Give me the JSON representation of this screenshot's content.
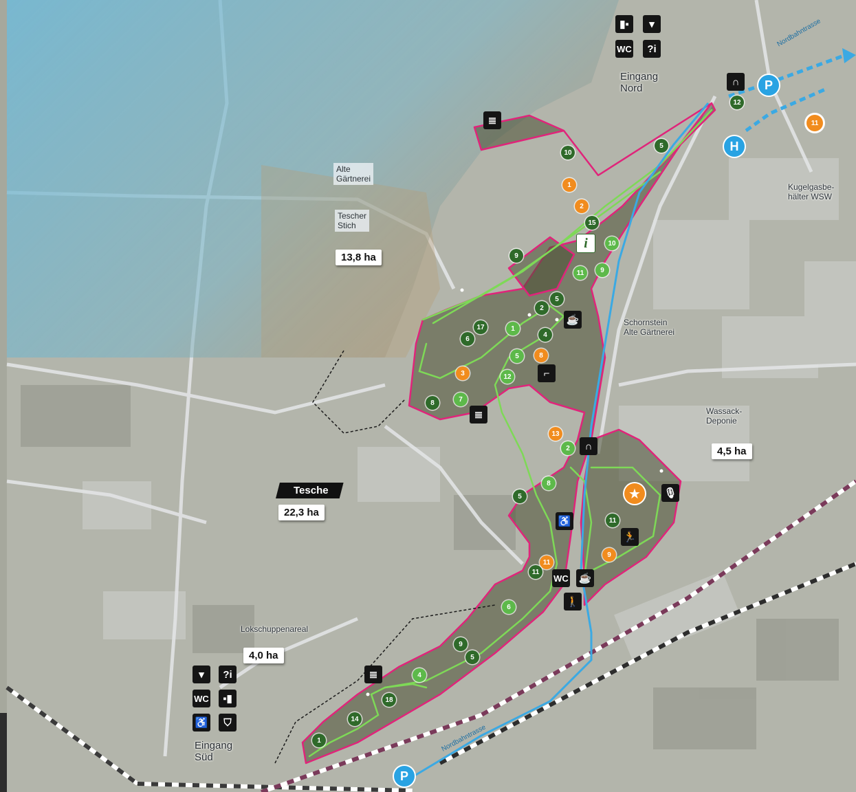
{
  "labels": {
    "eingang_nord": [
      "Eingang",
      "Nord"
    ],
    "eingang_sued": [
      "Eingang",
      "Süd"
    ],
    "alte_gaertnerei": [
      "Alte",
      "Gärtnerei"
    ],
    "tescher_stich": [
      "Tescher",
      "Stich"
    ],
    "schornstein": [
      "Schornstein",
      "Alte Gärtnerei"
    ],
    "kugelgas": [
      "Kugelgasbe-",
      "hälter WSW"
    ],
    "wassack": [
      "Wassack-",
      "Deponie"
    ],
    "lokschuppen": "Lokschuppenareal",
    "nordbahntrasse_top": "Nordbahntrasse",
    "nordbahntrasse_bottom": "Nordbahntrasse"
  },
  "areas": {
    "tescher_stich": "13,8 ha",
    "tesche_name": "Tesche",
    "tesche": "22,3 ha",
    "wassack": "4,5 ha",
    "lokschuppen": "4,0 ha"
  },
  "markers": [
    {
      "n": "10",
      "c": "dk"
    },
    {
      "n": "1",
      "c": "or"
    },
    {
      "n": "2",
      "c": "or"
    },
    {
      "n": "5",
      "c": "dk"
    },
    {
      "n": "12",
      "c": "dk"
    },
    {
      "n": "15",
      "c": "dk"
    },
    {
      "n": "10",
      "c": "lt"
    },
    {
      "n": "9",
      "c": "dk"
    },
    {
      "n": "11",
      "c": "lt"
    },
    {
      "n": "9",
      "c": "lt"
    },
    {
      "n": "5",
      "c": "dk"
    },
    {
      "n": "2",
      "c": "dk"
    },
    {
      "n": "17",
      "c": "dk"
    },
    {
      "n": "1",
      "c": "lt"
    },
    {
      "n": "4",
      "c": "dk"
    },
    {
      "n": "6",
      "c": "dk"
    },
    {
      "n": "5",
      "c": "lt"
    },
    {
      "n": "8",
      "c": "or"
    },
    {
      "n": "3",
      "c": "or"
    },
    {
      "n": "12",
      "c": "lt"
    },
    {
      "n": "8",
      "c": "dk"
    },
    {
      "n": "7",
      "c": "lt"
    },
    {
      "n": "13",
      "c": "or"
    },
    {
      "n": "2",
      "c": "lt"
    },
    {
      "n": "8",
      "c": "lt"
    },
    {
      "n": "5",
      "c": "dk"
    },
    {
      "n": "11",
      "c": "dk"
    },
    {
      "n": "9",
      "c": "or"
    },
    {
      "n": "11",
      "c": "or"
    },
    {
      "n": "11",
      "c": "dk"
    },
    {
      "n": "6",
      "c": "lt"
    },
    {
      "n": "9",
      "c": "dk"
    },
    {
      "n": "5",
      "c": "dk"
    },
    {
      "n": "4",
      "c": "lt"
    },
    {
      "n": "18",
      "c": "dk"
    },
    {
      "n": "14",
      "c": "dk"
    },
    {
      "n": "1",
      "c": "dk"
    },
    {
      "n": "11",
      "c": "or"
    }
  ],
  "icons": {
    "wc": "WC",
    "info_symbol": "i",
    "parking": "P",
    "bus": "H",
    "star": "★"
  }
}
